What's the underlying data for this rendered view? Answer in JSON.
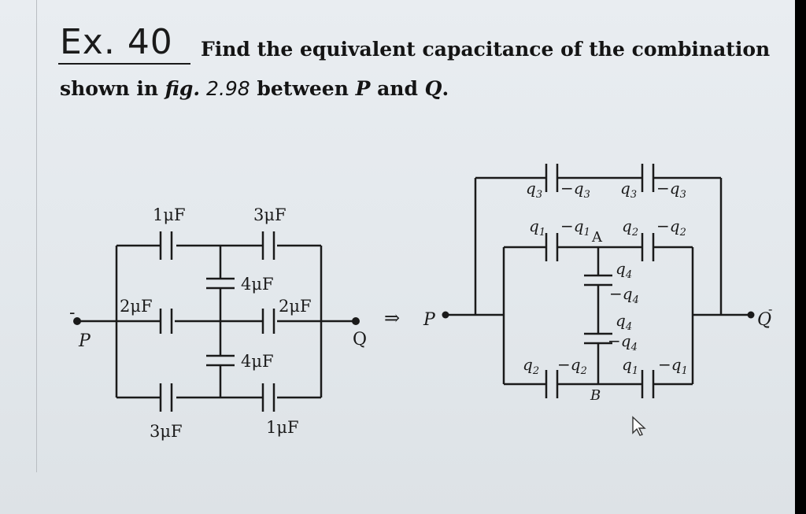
{
  "question": {
    "ex_label": "Ex. 40",
    "line1": "Find the equivalent capacitance of the combination",
    "line2_a": "shown in ",
    "line2_fig": "fig.",
    "line2_num": " 2.98",
    "line2_b": " between ",
    "line2_p": "P",
    "line2_c": " and ",
    "line2_q": "Q",
    "line2_end": "."
  },
  "figure_left": {
    "cap_top_left": "1μF",
    "cap_top_right": "3μF",
    "cap_mid_upper": "4μF",
    "cap_left": "2μF",
    "cap_right": "2μF",
    "cap_mid_lower": "4μF",
    "cap_bottom_left": "3μF",
    "cap_bottom_right": "1μF",
    "terminal_p": "P",
    "terminal_q": "Q",
    "p_sign": "-"
  },
  "arrow": "⇒",
  "figure_right": {
    "terminal_p": "P",
    "terminal_q": "Q",
    "q_sign": "-",
    "charges": {
      "top_a_plus": "q",
      "top_a_plus_sub": "3",
      "top_a_minus": "−q",
      "top_a_minus_sub": "3",
      "top_b_plus": "q",
      "top_b_plus_sub": "3",
      "top_b_minus": "−q",
      "top_b_minus_sub": "3",
      "mid_a_plus": "q",
      "mid_a_plus_sub": "1",
      "mid_a_minus": "−q",
      "mid_a_minus_sub": "1",
      "mid_b_plus": "q",
      "mid_b_plus_sub": "2",
      "mid_b_minus": "−q",
      "mid_b_minus_sub": "2",
      "v1_plus": "q",
      "v1_plus_sub": "4",
      "v1_minus": "−q",
      "v1_minus_sub": "4",
      "v2_plus": "q",
      "v2_plus_sub": "4",
      "v2_minus": "−q",
      "v2_minus_sub": "4",
      "bot_a_plus": "q",
      "bot_a_plus_sub": "2",
      "bot_a_minus": "−q",
      "bot_a_minus_sub": "2",
      "bot_b_plus": "q",
      "bot_b_plus_sub": "1",
      "bot_b_minus": "−q",
      "bot_b_minus_sub": "1"
    },
    "node_a": "A",
    "node_b": "B"
  }
}
